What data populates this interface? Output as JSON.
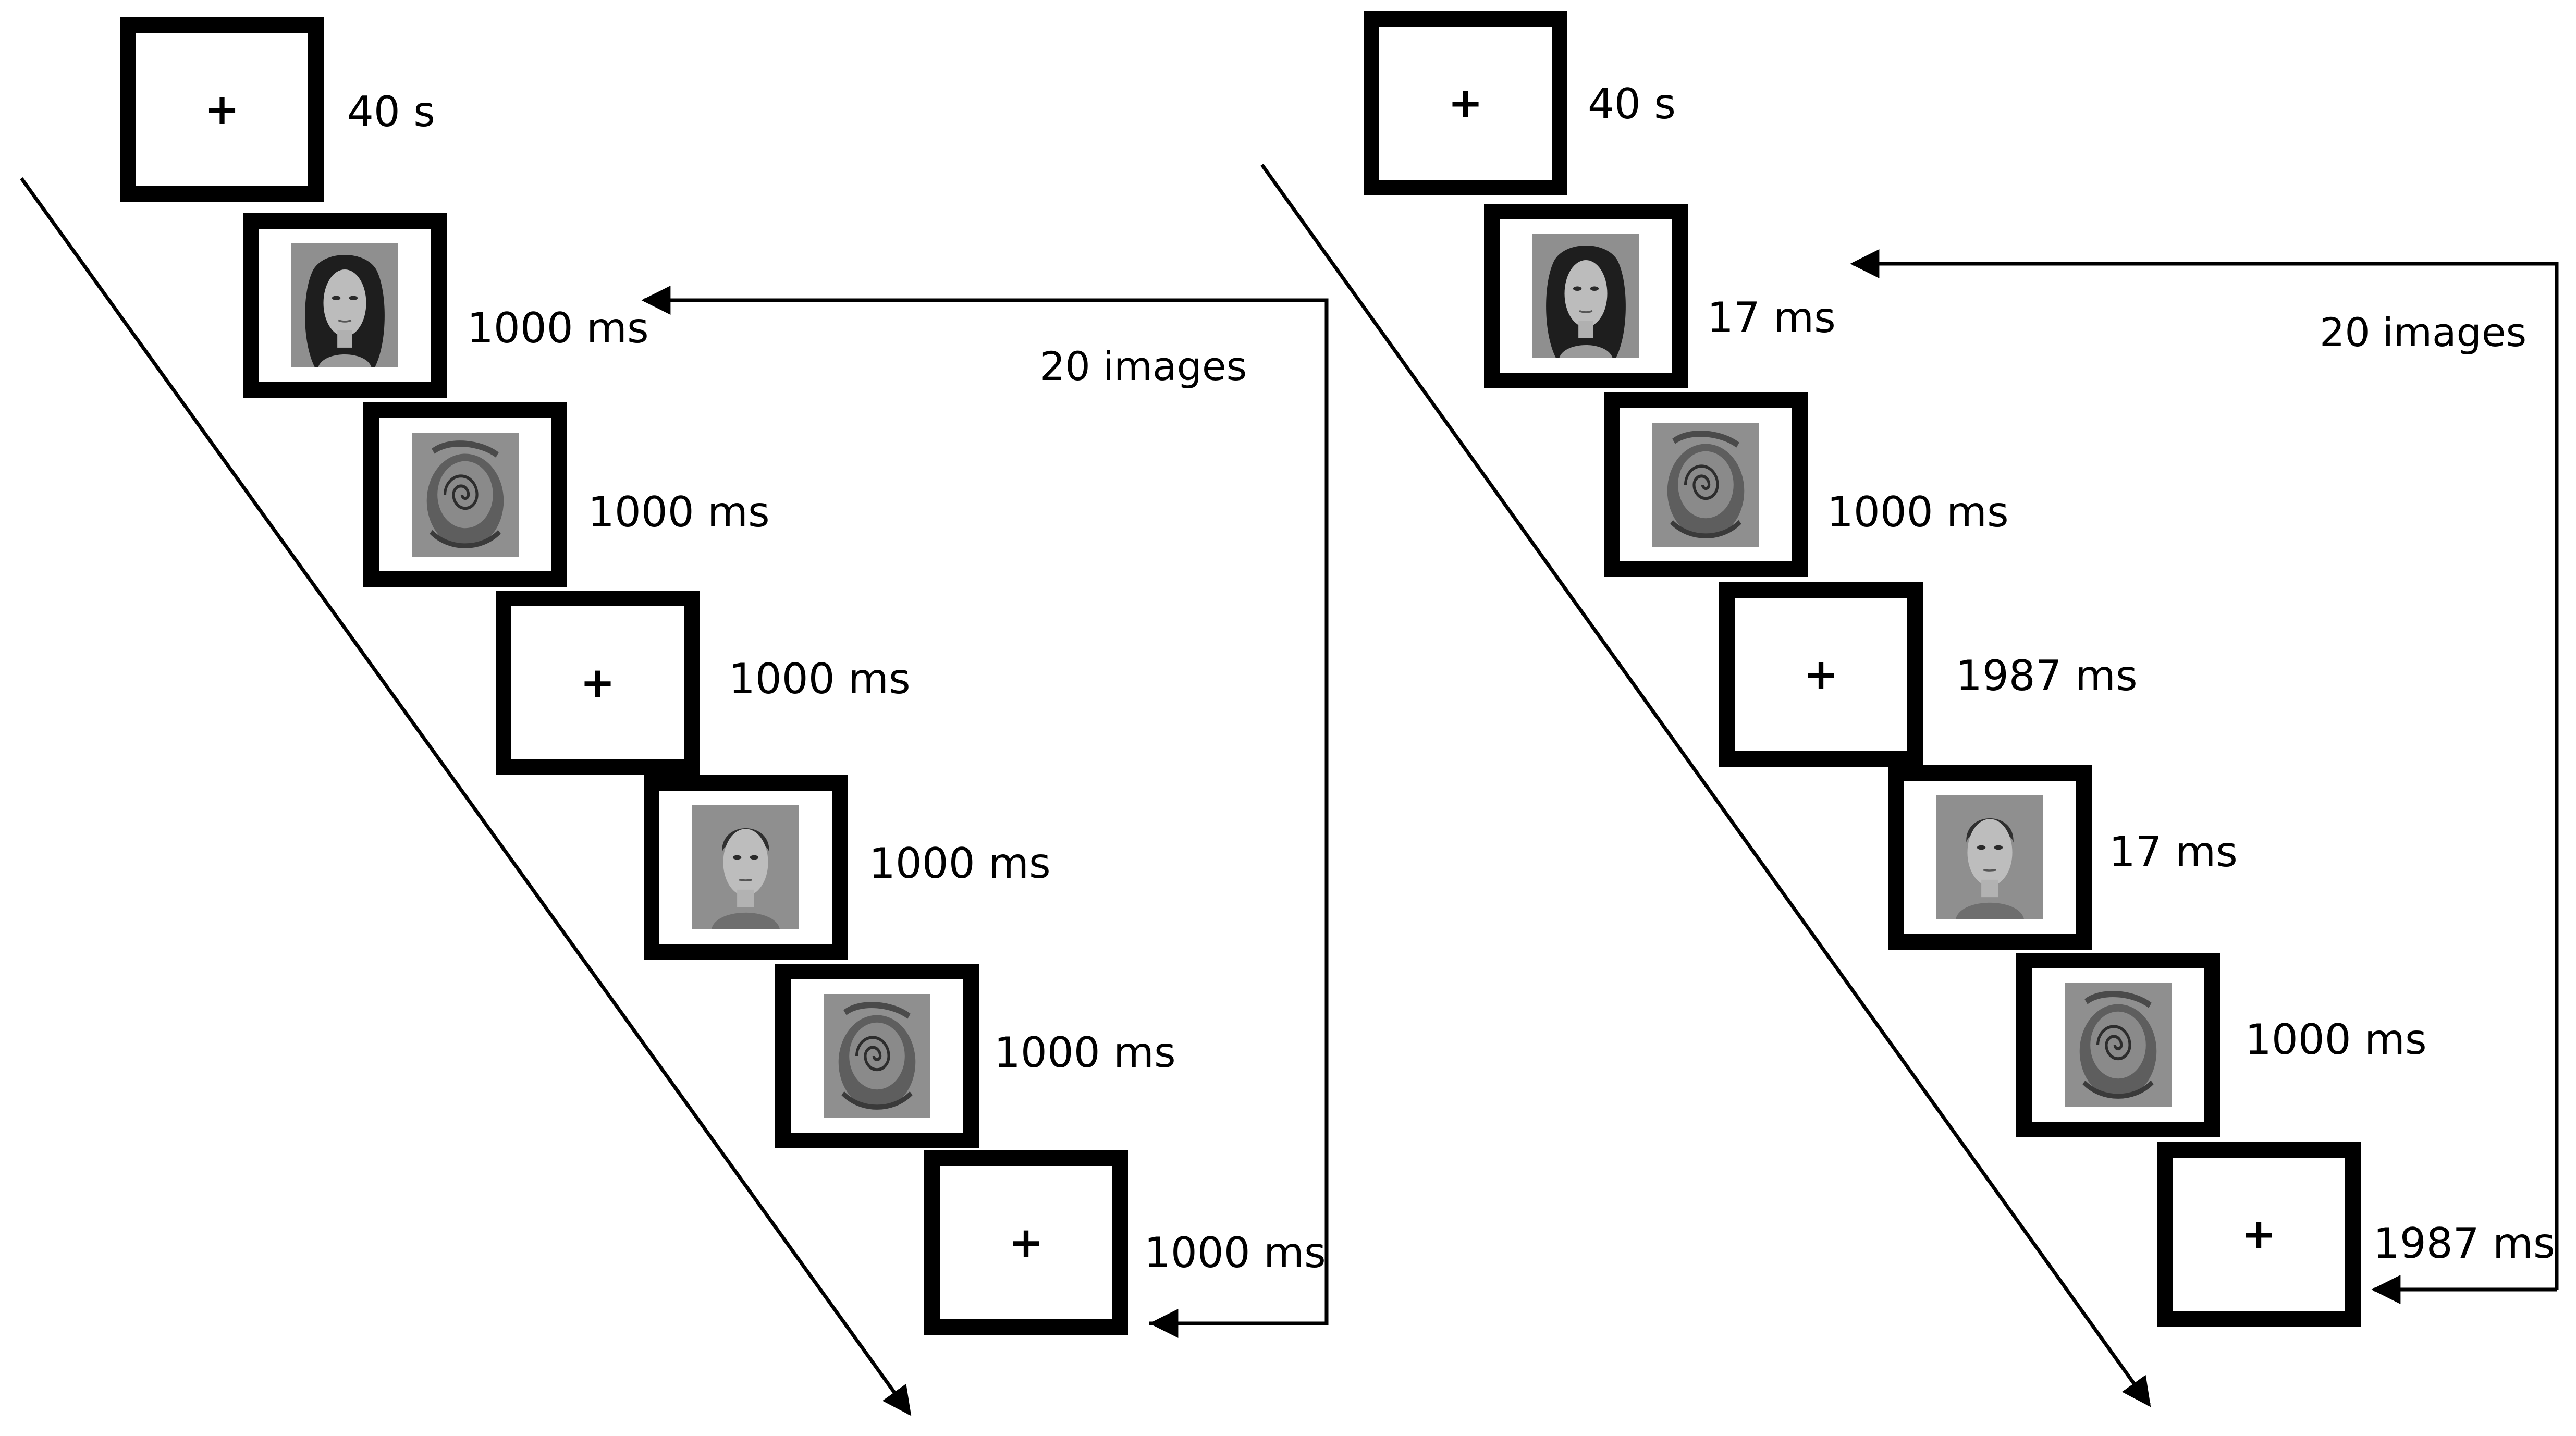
{
  "panels": [
    {
      "id": "left",
      "loop_label": "20 images",
      "trials": [
        {
          "stimulus": "fixation",
          "symbol": "+",
          "duration": "40 s"
        },
        {
          "stimulus": "face-female",
          "duration": "1000 ms"
        },
        {
          "stimulus": "mask",
          "duration": "1000 ms"
        },
        {
          "stimulus": "fixation",
          "symbol": "+",
          "duration": "1000 ms"
        },
        {
          "stimulus": "face-male",
          "duration": "1000 ms"
        },
        {
          "stimulus": "mask",
          "duration": "1000 ms"
        },
        {
          "stimulus": "fixation",
          "symbol": "+",
          "duration": "1000 ms"
        }
      ]
    },
    {
      "id": "right",
      "loop_label": "20 images",
      "trials": [
        {
          "stimulus": "fixation",
          "symbol": "+",
          "duration": "40 s"
        },
        {
          "stimulus": "face-female",
          "duration": "17 ms"
        },
        {
          "stimulus": "mask",
          "duration": "1000 ms"
        },
        {
          "stimulus": "fixation",
          "symbol": "+",
          "duration": "1987 ms"
        },
        {
          "stimulus": "face-male",
          "duration": "17 ms"
        },
        {
          "stimulus": "mask",
          "duration": "1000 ms"
        },
        {
          "stimulus": "fixation",
          "symbol": "+",
          "duration": "1987 ms"
        }
      ]
    }
  ],
  "colors": {
    "frame": "#000000",
    "photo_background": "#8f8f8f"
  }
}
